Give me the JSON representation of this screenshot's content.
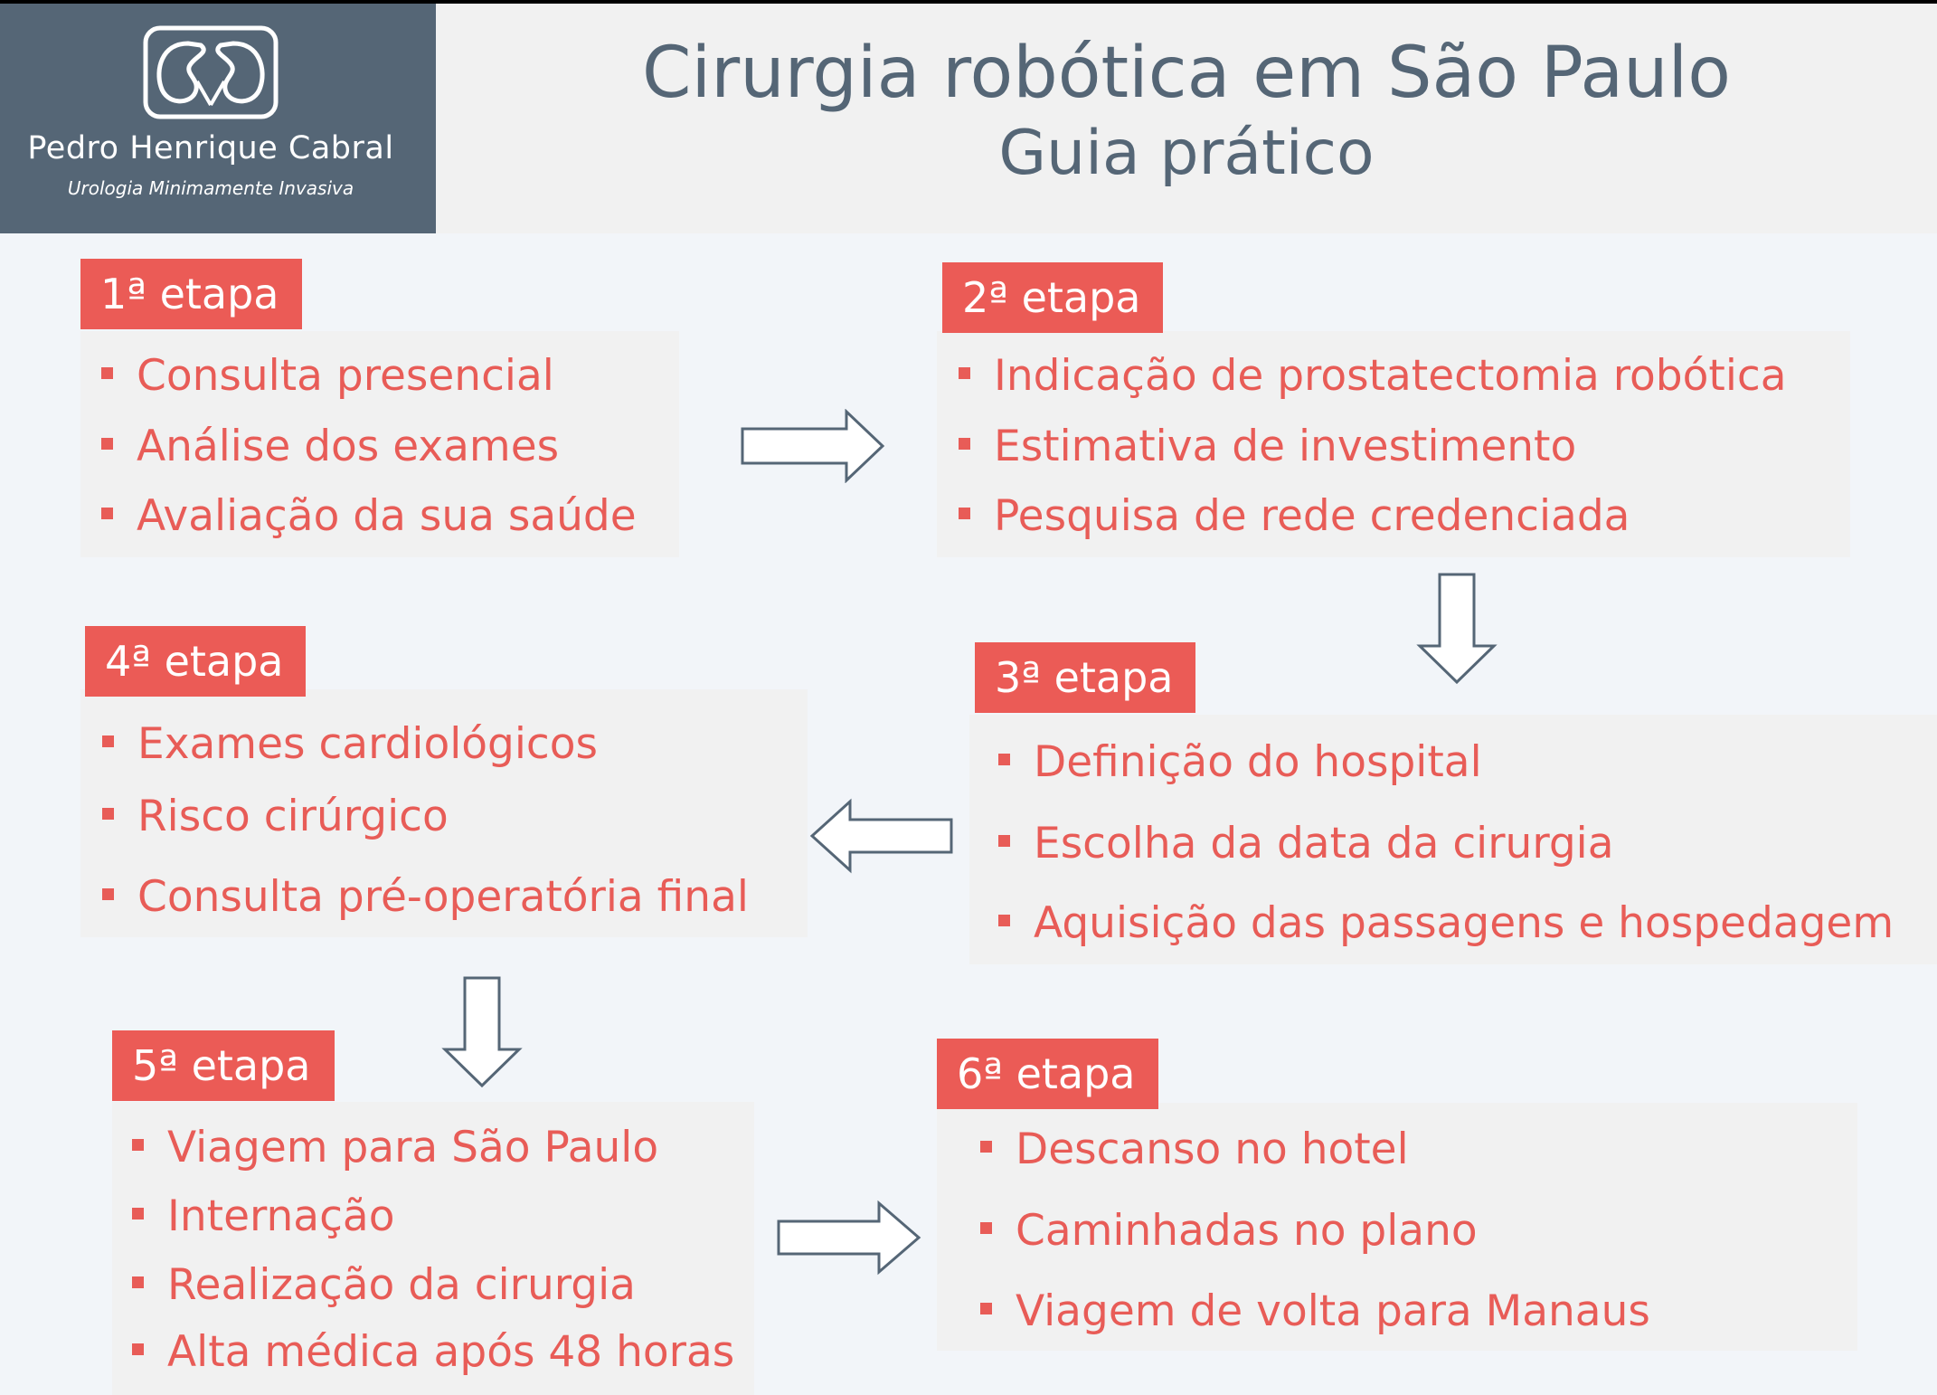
{
  "logo": {
    "name": "Pedro Henrique Cabral",
    "subtitle": "Urologia Minimamente Invasiva"
  },
  "title": {
    "main": "Cirurgia robótica em São Paulo",
    "sub": "Guia prático"
  },
  "colors": {
    "accent": "#eb5b56",
    "slate": "#556676",
    "panel": "#f1f1f1",
    "background": "#f2f5f9"
  },
  "stages": [
    {
      "label": "1ª etapa",
      "items": [
        "Consulta presencial",
        "Análise dos exames",
        "Avaliação da sua saúde"
      ]
    },
    {
      "label": "2ª etapa",
      "items": [
        "Indicação de prostatectomia robótica",
        "Estimativa de investimento",
        "Pesquisa de rede credenciada"
      ]
    },
    {
      "label": "3ª etapa",
      "items": [
        "Definição do hospital",
        "Escolha da data da cirurgia",
        "Aquisição das passagens e hospedagem"
      ]
    },
    {
      "label": "4ª etapa",
      "items": [
        "Exames cardiológicos",
        "Risco cirúrgico",
        "Consulta pré-operatória final"
      ]
    },
    {
      "label": "5ª etapa",
      "items": [
        "Viagem para São Paulo",
        "Internação",
        "Realização da cirurgia",
        "Alta médica após 48 horas"
      ]
    },
    {
      "label": "6ª etapa",
      "items": [
        "Descanso no hotel",
        "Caminhadas no plano",
        "Viagem de volta para Manaus"
      ]
    }
  ]
}
